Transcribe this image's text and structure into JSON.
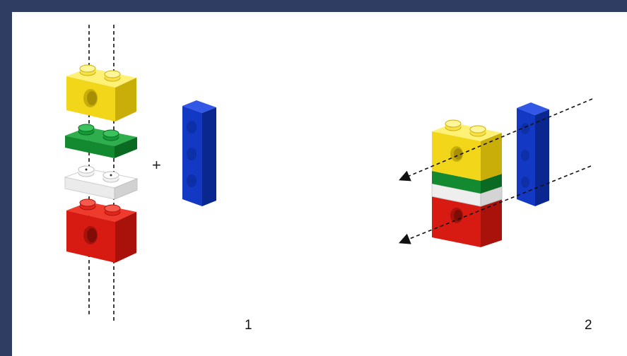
{
  "diagram": {
    "plus": "+",
    "step1": "1",
    "step2": "2"
  },
  "colors": {
    "background": "#2f3d62",
    "yellow": "#f0da1a",
    "green": "#13882e",
    "white": "#f2f2f2",
    "red": "#d91b12",
    "blue": "#1238c4"
  },
  "icons": [
    "yellow-brick",
    "green-plate",
    "white-plate",
    "red-brick",
    "blue-beam",
    "pin-axis-line",
    "insertion-arrow"
  ]
}
